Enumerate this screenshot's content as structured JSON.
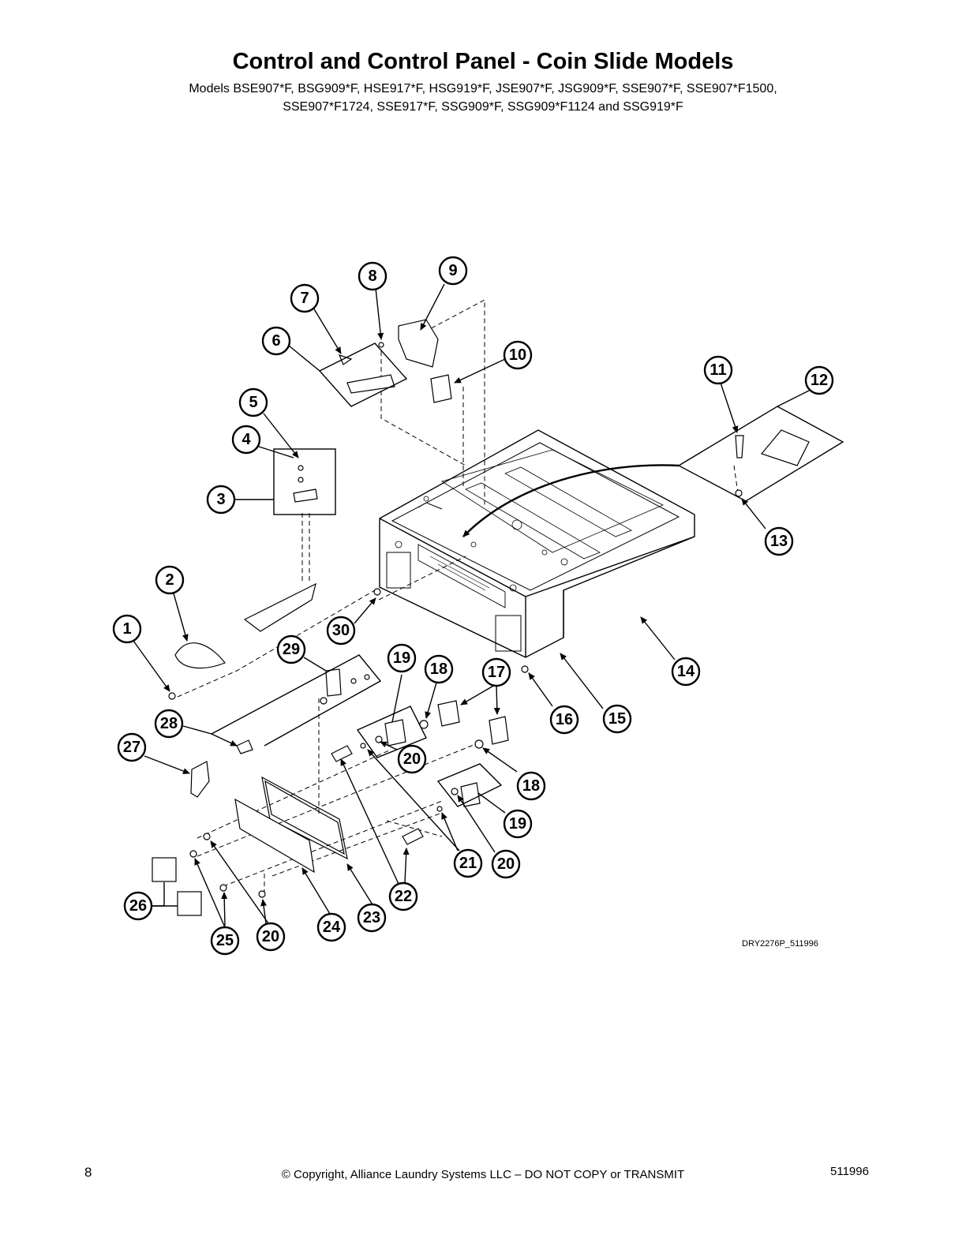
{
  "title": "Control and Control Panel - Coin Slide Models",
  "models_line1": "Models BSE907*F, BSG909*F, HSE917*F, HSG919*F, JSE907*F, JSG909*F, SSE907*F, SSE907*F1500,",
  "models_line2": "SSE907*F1724, SSE917*F, SSG909*F, SSG909*F1124 and SSG919*F",
  "diagram_ref": "DRY2276P_511996",
  "footer": {
    "page_number": "8",
    "copyright": "© Copyright, Alliance Laundry Systems LLC – DO NOT COPY or TRANSMIT",
    "doc_number": "511996"
  },
  "callouts": [
    "1",
    "2",
    "3",
    "4",
    "5",
    "6",
    "7",
    "8",
    "9",
    "10",
    "11",
    "12",
    "13",
    "14",
    "15",
    "16",
    "17",
    "18",
    "19",
    "20",
    "21",
    "22",
    "23",
    "24",
    "25",
    "26",
    "27",
    "28",
    "29",
    "30"
  ]
}
